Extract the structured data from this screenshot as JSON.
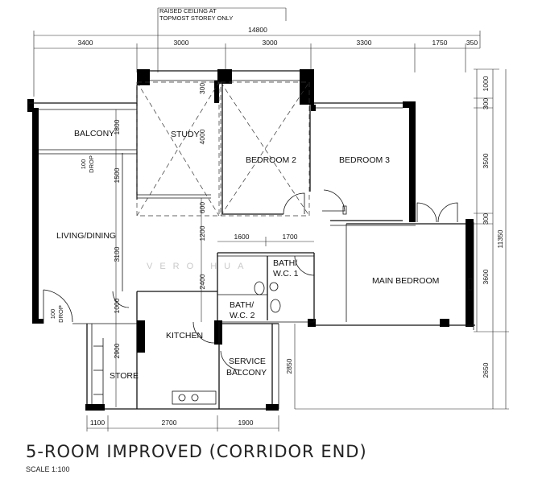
{
  "plan": {
    "title": "5-ROOM IMPROVED (CORRIDOR END)",
    "scale": "SCALE 1:100",
    "note_line1": "RAISED CEILING AT",
    "note_line2": "TOPMOST STOREY ONLY",
    "watermark": "VERO   HUA",
    "rooms": {
      "balcony": "BALCONY",
      "study": "STUDY",
      "bedroom2": "BEDROOM 2",
      "bedroom3": "BEDROOM 3",
      "living": "LIVING/DINING",
      "bath1_a": "BATH/",
      "bath1_b": "W.C. 1",
      "bath2_a": "BATH/",
      "bath2_b": "W.C. 2",
      "main_bedroom": "MAIN BEDROOM",
      "kitchen": "KITCHEN",
      "service_a": "SERVICE",
      "service_b": "BALCONY",
      "store": "STORE"
    },
    "drops": {
      "drop1_a": "100",
      "drop1_b": "DROP",
      "drop2_a": "100",
      "drop2_b": "DROP"
    },
    "dims": {
      "overall": "14800",
      "top": [
        "3400",
        "3000",
        "3000",
        "3300",
        "1750",
        "350"
      ],
      "bottom": [
        "1100",
        "2700",
        "1900"
      ],
      "right_inner": [
        "1000",
        "300",
        "3500",
        "300",
        "3600"
      ],
      "right_overall": "11350",
      "right_lower": "2650",
      "service": "2850",
      "study_a": "300",
      "study_b": "4000",
      "study_c": "600",
      "balcony_left": "1800",
      "living_a": "1500",
      "living_b": "3100",
      "living_c": "1000",
      "corridor": "1200",
      "bath_h": "2400",
      "bath_w1": "1600",
      "bath_w2": "1700",
      "store_h": "2900"
    }
  }
}
